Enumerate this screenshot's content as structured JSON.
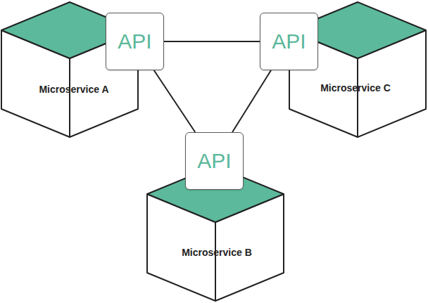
{
  "diagram": {
    "nodes": [
      {
        "text": [
          "Microservice A"
        ]
      },
      {
        "text": [
          "API"
        ]
      },
      {
        "text": [
          "API"
        ]
      },
      {
        "text": [
          "Microservice C"
        ]
      },
      {
        "text": [
          "API"
        ]
      },
      {
        "text": [
          "Microservice B"
        ]
      }
    ],
    "edges": [
      {
        "from": 1,
        "to": 2,
        "arrow": "none"
      },
      {
        "from": 1,
        "to": 4,
        "arrow": "none"
      },
      {
        "from": 2,
        "to": 4,
        "arrow": "none"
      }
    ]
  }
}
